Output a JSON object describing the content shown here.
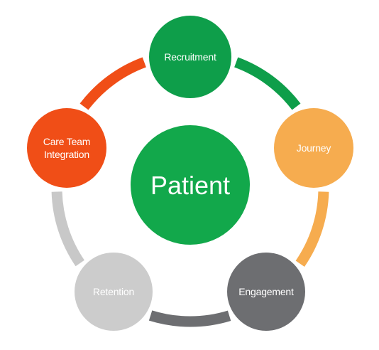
{
  "center": {
    "label": "Patient",
    "color": "#12A84B"
  },
  "nodes": [
    {
      "id": "recruitment",
      "lines": [
        "Recruitment"
      ],
      "color": "#0E9E4A"
    },
    {
      "id": "journey",
      "lines": [
        "Journey"
      ],
      "color": "#F6AC4F"
    },
    {
      "id": "engagement",
      "lines": [
        "Engagement"
      ],
      "color": "#6D6E71"
    },
    {
      "id": "retention",
      "lines": [
        "Retention"
      ],
      "color": "#CCCCCC"
    },
    {
      "id": "care-team-integration",
      "lines": [
        "Care Team",
        "Integration"
      ],
      "color": "#F04E17"
    }
  ],
  "connectors": [
    {
      "from": "recruitment",
      "to": "journey",
      "color": "#0E9E4A"
    },
    {
      "from": "journey",
      "to": "engagement",
      "color": "#F6AC4F"
    },
    {
      "from": "engagement",
      "to": "retention",
      "color": "#6D6E71"
    },
    {
      "from": "retention",
      "to": "care-team-integration",
      "color": "#C8C8C8"
    },
    {
      "from": "care-team-integration",
      "to": "recruitment",
      "color": "#F04E17"
    }
  ]
}
